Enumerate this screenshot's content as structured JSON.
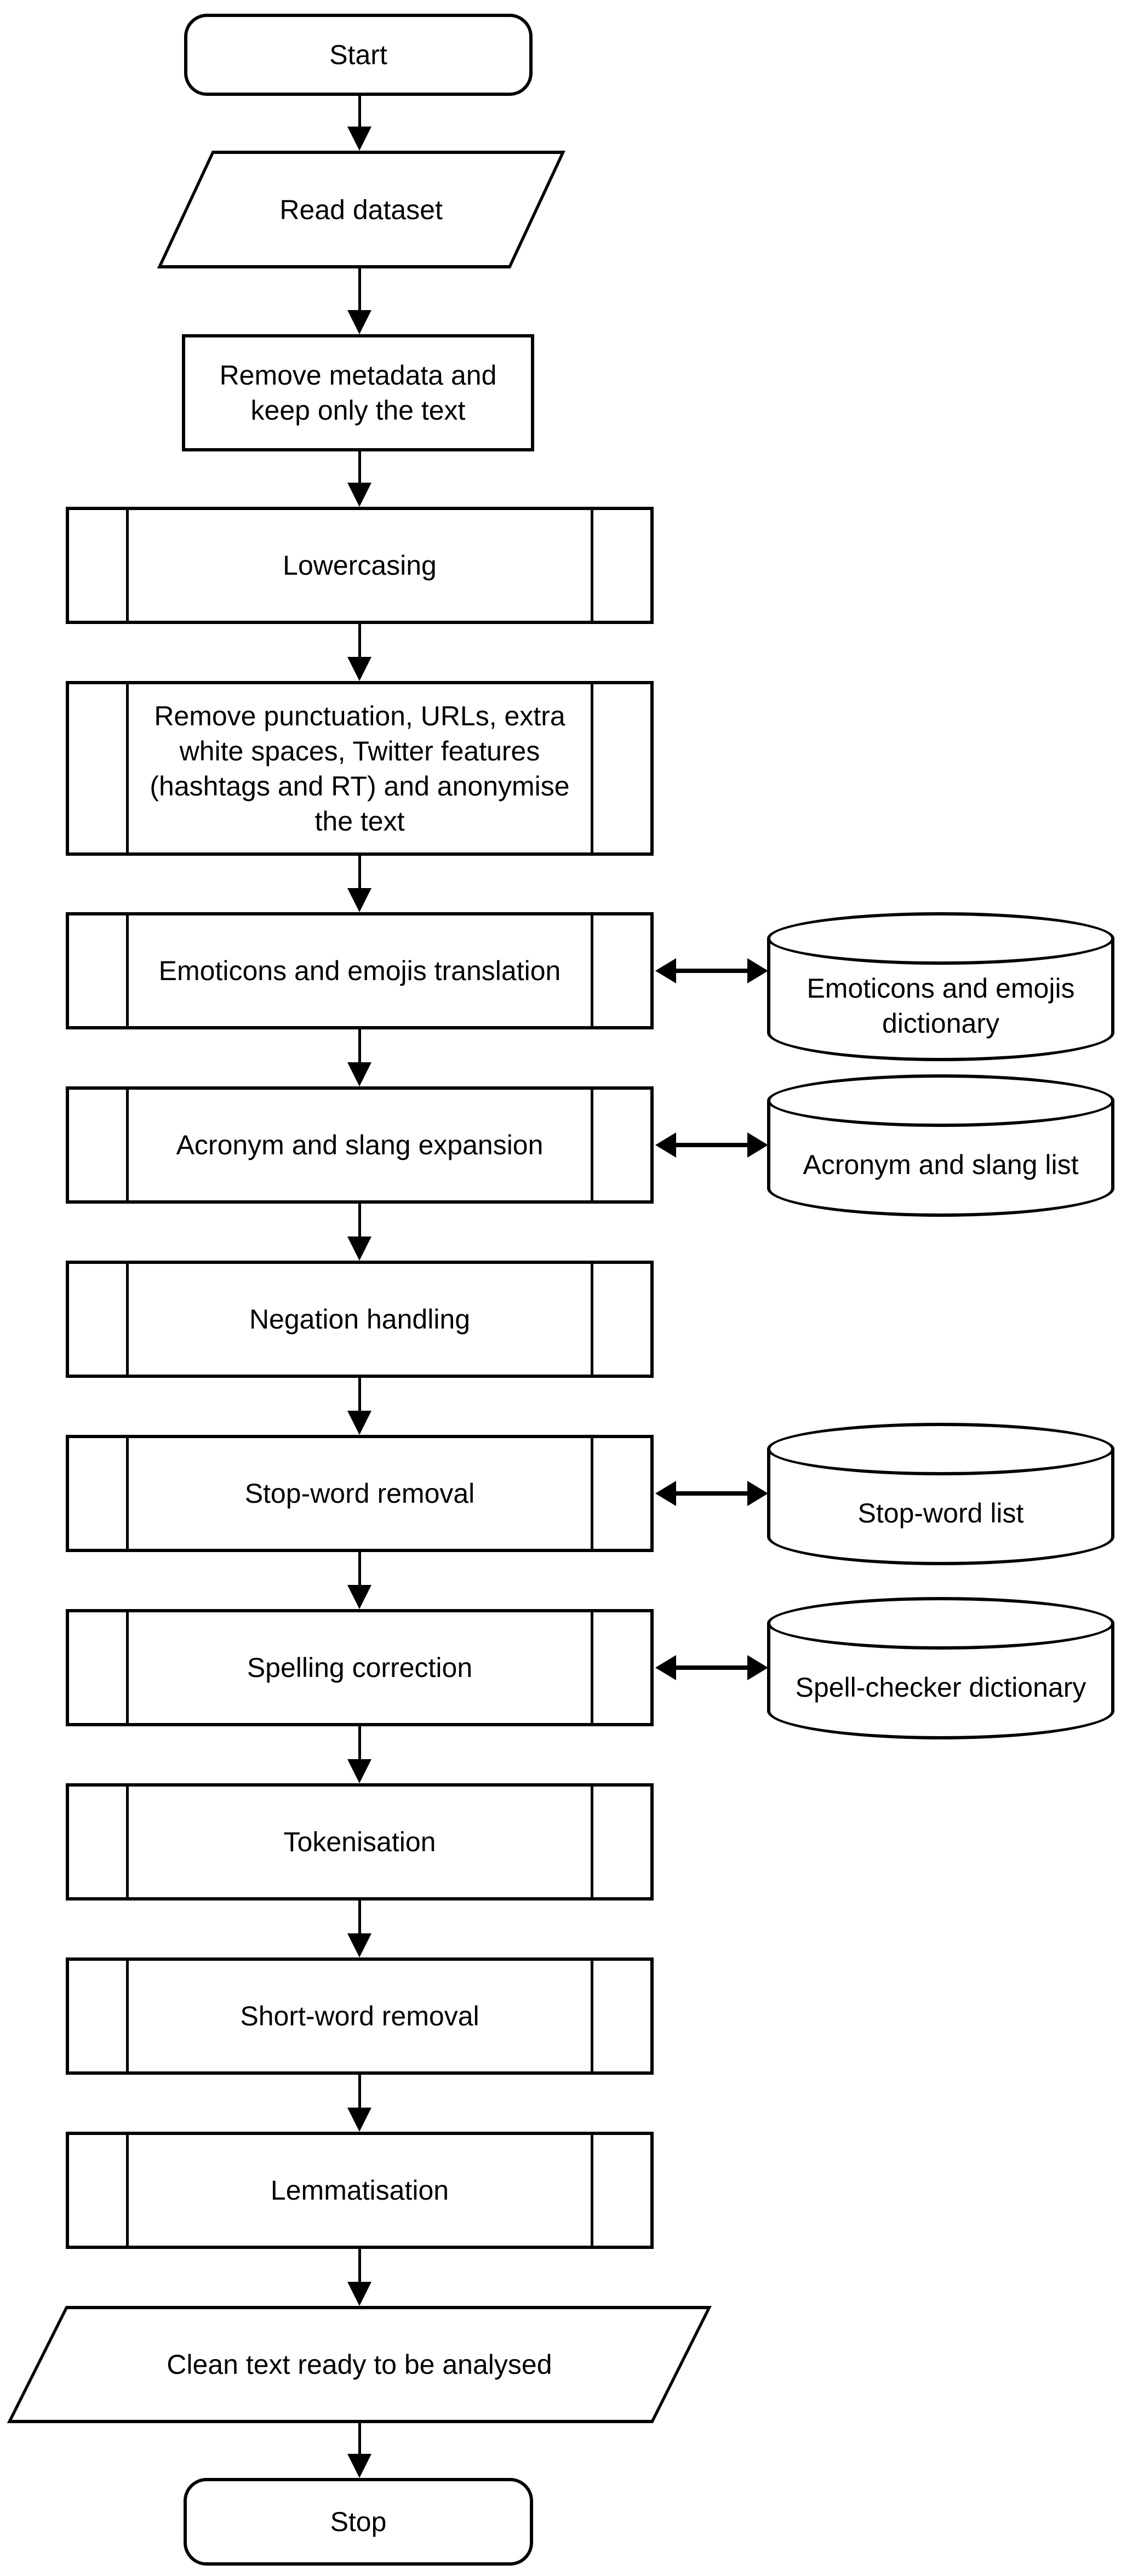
{
  "diagram": {
    "type": "flowchart",
    "background_color": "#ffffff",
    "stroke_color": "#000000",
    "nodes": [
      {
        "id": "start",
        "shape": "terminator",
        "label": "Start"
      },
      {
        "id": "read-dataset",
        "shape": "input-output",
        "label": "Read dataset"
      },
      {
        "id": "remove-metadata",
        "shape": "process",
        "label": "Remove metadata and\nkeep only the text"
      },
      {
        "id": "lowercasing",
        "shape": "predefined-process",
        "label": "Lowercasing"
      },
      {
        "id": "remove-punctuation",
        "shape": "predefined-process",
        "label": "Remove punctuation, URLs, extra\nwhite spaces, Twitter features\n(hashtags and RT) and anonymise\nthe text"
      },
      {
        "id": "emoticons-translation",
        "shape": "predefined-process",
        "label": "Emoticons and emojis translation"
      },
      {
        "id": "acronym-expansion",
        "shape": "predefined-process",
        "label": "Acronym and slang expansion"
      },
      {
        "id": "negation-handling",
        "shape": "predefined-process",
        "label": "Negation handling"
      },
      {
        "id": "stopword-removal",
        "shape": "predefined-process",
        "label": "Stop-word removal"
      },
      {
        "id": "spelling-correction",
        "shape": "predefined-process",
        "label": "Spelling correction"
      },
      {
        "id": "tokenisation",
        "shape": "predefined-process",
        "label": "Tokenisation"
      },
      {
        "id": "shortword-removal",
        "shape": "predefined-process",
        "label": "Short-word removal"
      },
      {
        "id": "lemmatisation",
        "shape": "predefined-process",
        "label": "Lemmatisation"
      },
      {
        "id": "clean-text",
        "shape": "input-output",
        "label": "Clean text ready to be analysed"
      },
      {
        "id": "stop",
        "shape": "terminator",
        "label": "Stop"
      }
    ],
    "datastores": [
      {
        "id": "emoticons-dictionary",
        "shape": "database",
        "label": "Emoticons and emojis\ndictionary",
        "linked_node": "emoticons-translation"
      },
      {
        "id": "acronym-slang-list",
        "shape": "database",
        "label": "Acronym and slang list",
        "linked_node": "acronym-expansion"
      },
      {
        "id": "stopword-list",
        "shape": "database",
        "label": "Stop-word list",
        "linked_node": "stopword-removal"
      },
      {
        "id": "spellchecker-dictionary",
        "shape": "database",
        "label": "Spell-checker dictionary",
        "linked_node": "spelling-correction"
      }
    ],
    "edges": [
      {
        "from": "start",
        "to": "read-dataset",
        "style": "arrow-down"
      },
      {
        "from": "read-dataset",
        "to": "remove-metadata",
        "style": "arrow-down"
      },
      {
        "from": "remove-metadata",
        "to": "lowercasing",
        "style": "arrow-down"
      },
      {
        "from": "lowercasing",
        "to": "remove-punctuation",
        "style": "arrow-down"
      },
      {
        "from": "remove-punctuation",
        "to": "emoticons-translation",
        "style": "arrow-down"
      },
      {
        "from": "emoticons-translation",
        "to": "acronym-expansion",
        "style": "arrow-down"
      },
      {
        "from": "acronym-expansion",
        "to": "negation-handling",
        "style": "arrow-down"
      },
      {
        "from": "negation-handling",
        "to": "stopword-removal",
        "style": "arrow-down"
      },
      {
        "from": "stopword-removal",
        "to": "spelling-correction",
        "style": "arrow-down"
      },
      {
        "from": "spelling-correction",
        "to": "tokenisation",
        "style": "arrow-down"
      },
      {
        "from": "tokenisation",
        "to": "shortword-removal",
        "style": "arrow-down"
      },
      {
        "from": "shortword-removal",
        "to": "lemmatisation",
        "style": "arrow-down"
      },
      {
        "from": "lemmatisation",
        "to": "clean-text",
        "style": "arrow-down"
      },
      {
        "from": "clean-text",
        "to": "stop",
        "style": "arrow-down"
      },
      {
        "from": "emoticons-translation",
        "to": "emoticons-dictionary",
        "style": "double-headed"
      },
      {
        "from": "acronym-expansion",
        "to": "acronym-slang-list",
        "style": "double-headed"
      },
      {
        "from": "stopword-removal",
        "to": "stopword-list",
        "style": "double-headed"
      },
      {
        "from": "spelling-correction",
        "to": "spellchecker-dictionary",
        "style": "double-headed"
      }
    ]
  }
}
